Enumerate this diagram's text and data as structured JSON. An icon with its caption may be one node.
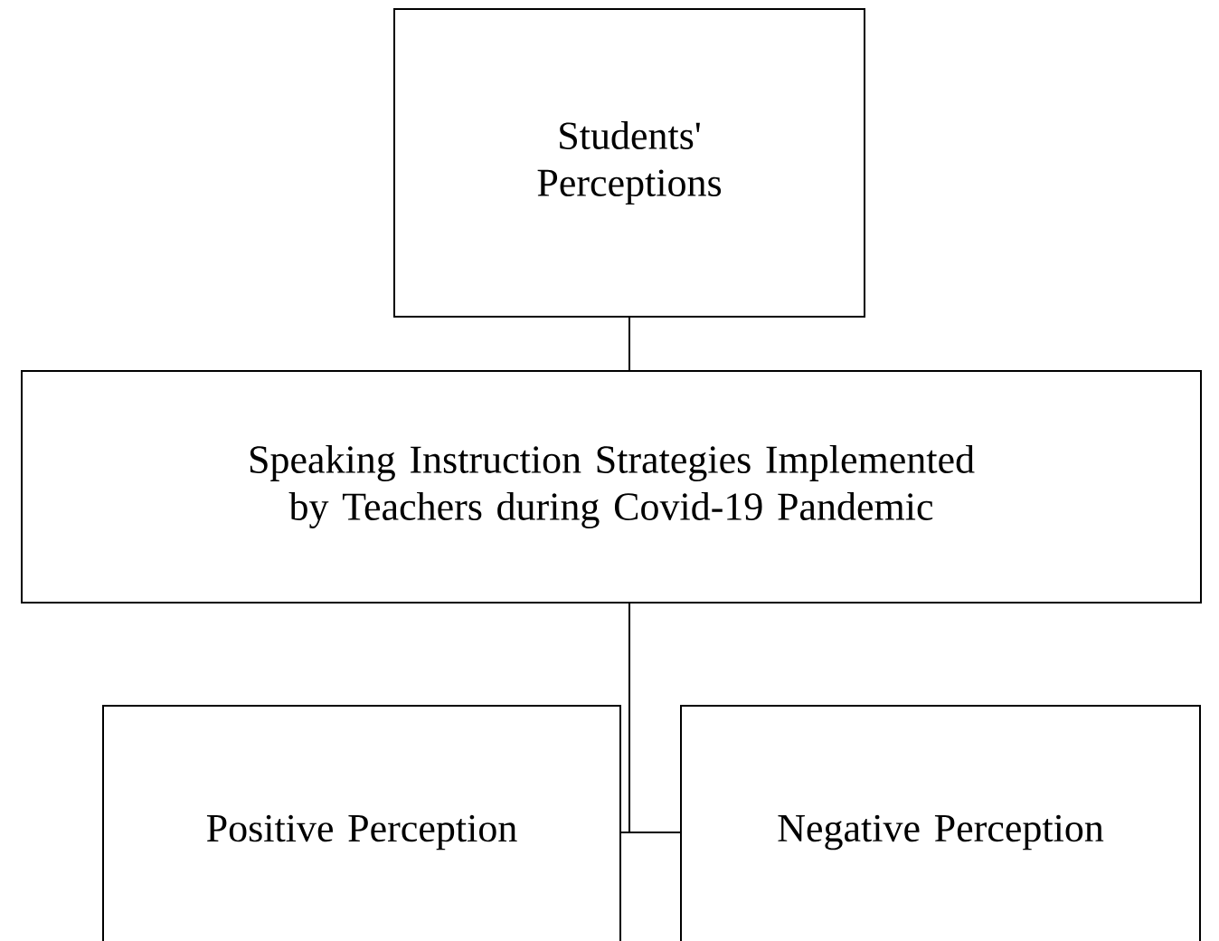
{
  "diagram": {
    "nodes": [
      {
        "text": [
          "Students' Perceptions"
        ]
      },
      {
        "text": [
          "Speaking Instruction Strategies Implemented by Teachers during Covid-19 Pandemic"
        ]
      },
      {
        "text": [
          "Positive Perception"
        ]
      },
      {
        "text": [
          "Negative Perception"
        ]
      }
    ],
    "edges": [
      {
        "from": 0,
        "to": 1,
        "arrow": "none"
      },
      {
        "from": 1,
        "to": 2,
        "arrow": "none"
      },
      {
        "from": 1,
        "to": 3,
        "arrow": "none"
      }
    ]
  }
}
